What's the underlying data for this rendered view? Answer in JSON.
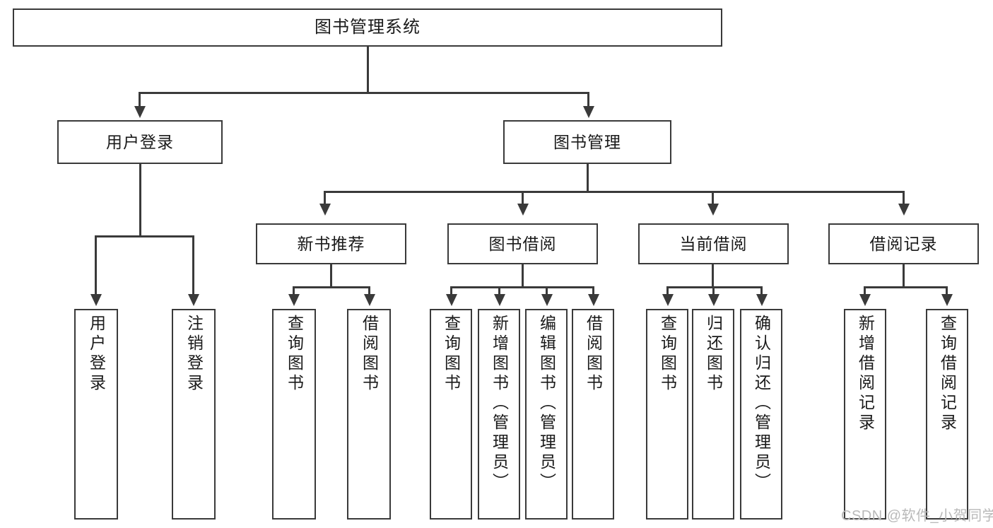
{
  "diagram": {
    "title": "图书管理系统",
    "type": "tree-diagram",
    "nodes": {
      "root": {
        "label": "图书管理系统"
      },
      "level2": [
        {
          "id": "user-login",
          "label": "用户登录"
        },
        {
          "id": "book-management",
          "label": "图书管理"
        }
      ],
      "level3": [
        {
          "id": "new-book-recommend",
          "label": "新书推荐"
        },
        {
          "id": "book-borrow",
          "label": "图书借阅"
        },
        {
          "id": "current-borrow",
          "label": "当前借阅"
        },
        {
          "id": "borrow-record",
          "label": "借阅记录"
        }
      ],
      "leaves": {
        "user_login": [
          {
            "id": "leaf-user-login",
            "label": "用户登录"
          },
          {
            "id": "leaf-logout-login",
            "label": "注销登录"
          }
        ],
        "new_book_recommend": [
          {
            "id": "leaf-query-book-1",
            "label": "查询图书"
          },
          {
            "id": "leaf-borrow-book-1",
            "label": "借阅图书"
          }
        ],
        "book_borrow": [
          {
            "id": "leaf-query-book-2",
            "label": "查询图书"
          },
          {
            "id": "leaf-add-book",
            "label": "新增图书（管理员）"
          },
          {
            "id": "leaf-edit-book",
            "label": "编辑图书（管理员）"
          },
          {
            "id": "leaf-borrow-book-2",
            "label": "借阅图书"
          }
        ],
        "current_borrow": [
          {
            "id": "leaf-query-book-3",
            "label": "查询图书"
          },
          {
            "id": "leaf-return-book",
            "label": "归还图书"
          },
          {
            "id": "leaf-confirm-return",
            "label": "确认归还（管理员）"
          }
        ],
        "borrow_record": [
          {
            "id": "leaf-add-record",
            "label": "新增借阅记录"
          },
          {
            "id": "leaf-query-record",
            "label": "查询借阅记录"
          }
        ]
      }
    },
    "colors": {
      "stroke": "#3a3a3a",
      "text": "#1a1a1a",
      "background": "#ffffff",
      "watermark": "#b9b9b9"
    }
  },
  "watermark": {
    "text": "CSDN @软件_小贺同学"
  }
}
